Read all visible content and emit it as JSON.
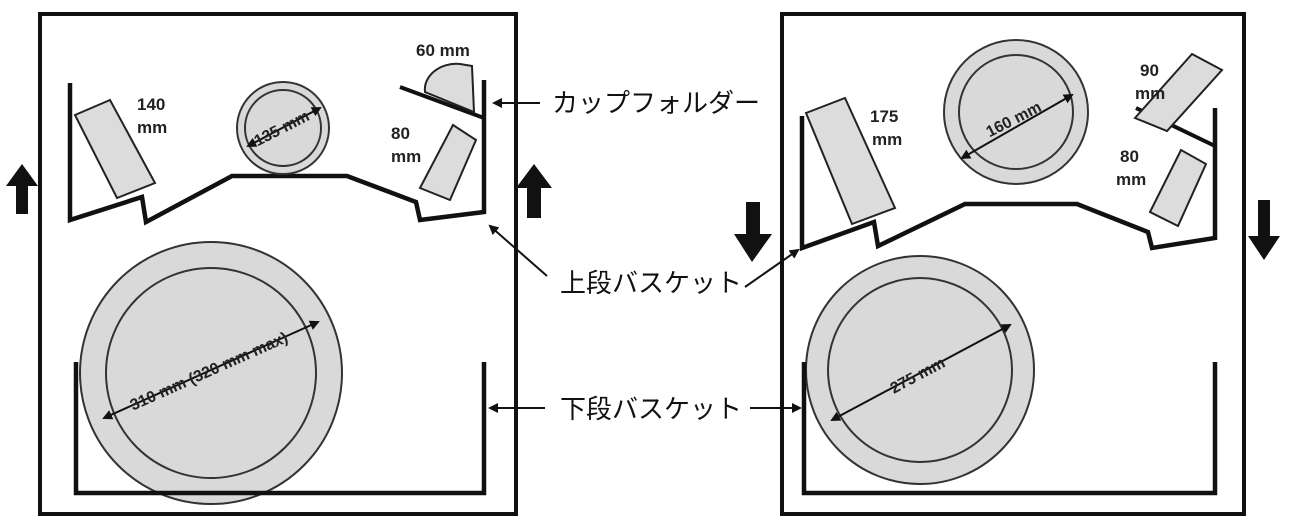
{
  "left_diagram": {
    "upper_items": [
      {
        "label_line1": "140",
        "label_line2": "mm"
      },
      {
        "label_line1": "80",
        "label_line2": "mm"
      }
    ],
    "cup_holder_item": "60 mm",
    "small_plate": "135 mm",
    "large_plate": "310 mm (320 mm max)",
    "basket_arrow_direction": "up"
  },
  "right_diagram": {
    "upper_items": [
      {
        "label_line1": "175",
        "label_line2": "mm"
      },
      {
        "label_line1": "90",
        "label_line2": "mm"
      },
      {
        "label_line1": "80",
        "label_line2": "mm"
      }
    ],
    "small_plate": "160 mm",
    "large_plate": "275 mm",
    "basket_arrow_direction": "down"
  },
  "callouts": {
    "cup_holder": "カップフォルダー",
    "upper_basket": "上段バスケット",
    "lower_basket": "下段バスケット"
  },
  "colors": {
    "stroke": "#111111",
    "fill": "#d9d9d9"
  }
}
